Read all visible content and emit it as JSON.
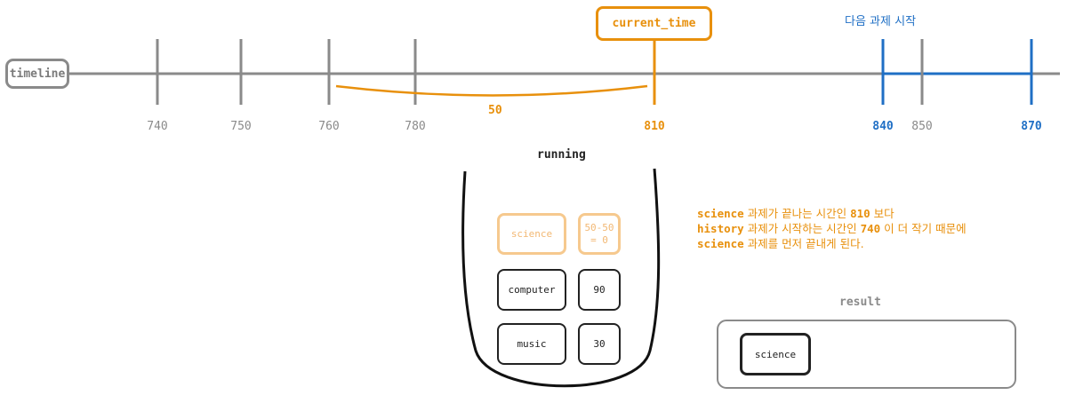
{
  "timeline": {
    "label": "timeline",
    "ticks": [
      {
        "value": "740",
        "style": "gray"
      },
      {
        "value": "750",
        "style": "gray"
      },
      {
        "value": "760",
        "style": "gray"
      },
      {
        "value": "780",
        "style": "gray"
      },
      {
        "value": "810",
        "style": "orange"
      },
      {
        "value": "840",
        "style": "blue"
      },
      {
        "value": "850",
        "style": "gray"
      },
      {
        "value": "870",
        "style": "blue"
      }
    ],
    "current_time_label": "current_time",
    "gap_label": "50",
    "next_task_label": "다음 과제 시작"
  },
  "running": {
    "label": "running",
    "tasks": [
      {
        "name": "science",
        "remaining": "50-50\n= 0",
        "faded": true
      },
      {
        "name": "computer",
        "remaining": "90",
        "faded": false
      },
      {
        "name": "music",
        "remaining": "30",
        "faded": false
      }
    ]
  },
  "explanation": [
    [
      {
        "t": "science",
        "kw": true
      },
      {
        "t": " 과제가 끝나는 시간인 ",
        "kw": false
      },
      {
        "t": "810",
        "kw": true
      },
      {
        "t": " 보다",
        "kw": false
      }
    ],
    [
      {
        "t": "history",
        "kw": true
      },
      {
        "t": " 과제가 시작하는 시간인 ",
        "kw": false
      },
      {
        "t": "740",
        "kw": true
      },
      {
        "t": " 이 더 작기 때문에",
        "kw": false
      }
    ],
    [
      {
        "t": "science",
        "kw": true
      },
      {
        "t": " 과제를 먼저 끝내게 된다.",
        "kw": false
      }
    ]
  ],
  "result": {
    "label": "result",
    "items": [
      "science"
    ]
  },
  "colors": {
    "gray": "#8a8a8a",
    "orange": "#e8900c",
    "blue": "#1f6fc5",
    "faded_orange": "#f6c98e",
    "dark": "#222222"
  }
}
